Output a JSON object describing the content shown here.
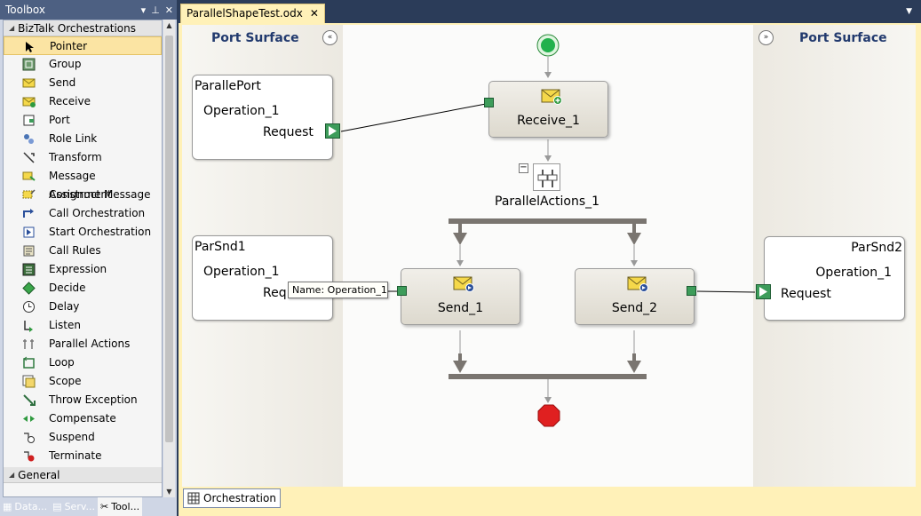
{
  "toolbox": {
    "title": "Toolbox",
    "group_header": "BizTalk Orchestrations",
    "items": [
      {
        "label": "Pointer",
        "icon": "pointer-icon"
      },
      {
        "label": "Group",
        "icon": "group-icon"
      },
      {
        "label": "Send",
        "icon": "send-icon"
      },
      {
        "label": "Receive",
        "icon": "receive-icon"
      },
      {
        "label": "Port",
        "icon": "port-icon"
      },
      {
        "label": "Role Link",
        "icon": "role-link-icon"
      },
      {
        "label": "Transform",
        "icon": "transform-icon"
      },
      {
        "label": "Message Assignment",
        "icon": "message-assignment-icon"
      },
      {
        "label": "Construct Message",
        "icon": "construct-message-icon"
      },
      {
        "label": "Call Orchestration",
        "icon": "call-orchestration-icon"
      },
      {
        "label": "Start Orchestration",
        "icon": "start-orchestration-icon"
      },
      {
        "label": "Call Rules",
        "icon": "call-rules-icon"
      },
      {
        "label": "Expression",
        "icon": "expression-icon"
      },
      {
        "label": "Decide",
        "icon": "decide-icon"
      },
      {
        "label": "Delay",
        "icon": "delay-icon"
      },
      {
        "label": "Listen",
        "icon": "listen-icon"
      },
      {
        "label": "Parallel Actions",
        "icon": "parallel-actions-icon"
      },
      {
        "label": "Loop",
        "icon": "loop-icon"
      },
      {
        "label": "Scope",
        "icon": "scope-icon"
      },
      {
        "label": "Throw Exception",
        "icon": "throw-exception-icon"
      },
      {
        "label": "Compensate",
        "icon": "compensate-icon"
      },
      {
        "label": "Suspend",
        "icon": "suspend-icon"
      },
      {
        "label": "Terminate",
        "icon": "terminate-icon"
      }
    ],
    "general_header": "General",
    "bottom_tabs": [
      "Data...",
      "Serv...",
      "Tool..."
    ]
  },
  "document": {
    "tab_title": "ParallelShapeTest.odx",
    "close_glyph": "✕",
    "left_surface_title": "Port Surface",
    "right_surface_title": "Port Surface",
    "bottom_tab": "Orchestration"
  },
  "ports": {
    "parallel_port": {
      "name": "ParallePort",
      "operation": "Operation_1",
      "message": "Request"
    },
    "par_snd1": {
      "name": "ParSnd1",
      "operation": "Operation_1",
      "message": "Req"
    },
    "par_snd2": {
      "name": "ParSnd2",
      "operation": "Operation_1",
      "message": "Request"
    }
  },
  "shapes": {
    "receive": "Receive_1",
    "parallel": "ParallelActions_1",
    "send1": "Send_1",
    "send2": "Send_2"
  },
  "tooltip": "Name: Operation_1",
  "colors": {
    "accent_tab": "#fff1b8",
    "toolbox_header": "#4d6082",
    "port_green": "#3d9c5a",
    "start_green": "#22b14c",
    "end_red": "#e02020",
    "surface_title": "#223a6e"
  }
}
